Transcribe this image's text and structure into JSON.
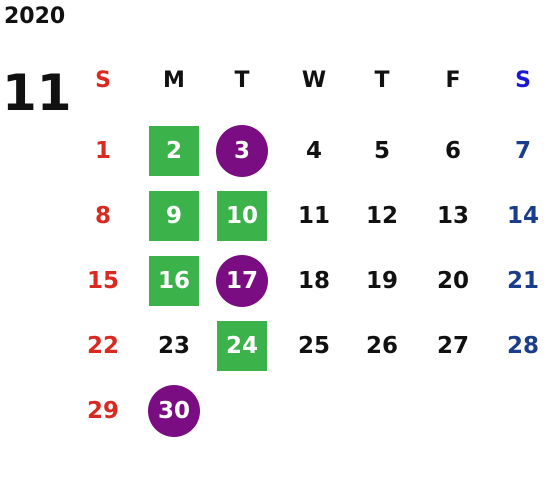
{
  "calendar": {
    "year": "2020",
    "month": "11",
    "weekdays": [
      "S",
      "M",
      "T",
      "W",
      "T",
      "F",
      "S"
    ],
    "weeks": [
      [
        "1",
        "2",
        "3",
        "4",
        "5",
        "6",
        "7"
      ],
      [
        "8",
        "9",
        "10",
        "11",
        "12",
        "13",
        "14"
      ],
      [
        "15",
        "16",
        "17",
        "18",
        "19",
        "20",
        "21"
      ],
      [
        "22",
        "23",
        "24",
        "25",
        "26",
        "27",
        "28"
      ],
      [
        "29",
        "30",
        "",
        "",
        "",
        "",
        ""
      ]
    ],
    "marks": {
      "green_square": [
        "2",
        "9",
        "10",
        "16",
        "24"
      ],
      "purple_circle": [
        "3",
        "17",
        "30"
      ]
    },
    "colors": {
      "sunday": "#d92a22",
      "saturday_header": "#1a18d0",
      "saturday_day": "#1b3e8c",
      "green_mark": "#3bb34a",
      "purple_mark": "#7a0d81",
      "marked_text": "#ffffff"
    }
  }
}
